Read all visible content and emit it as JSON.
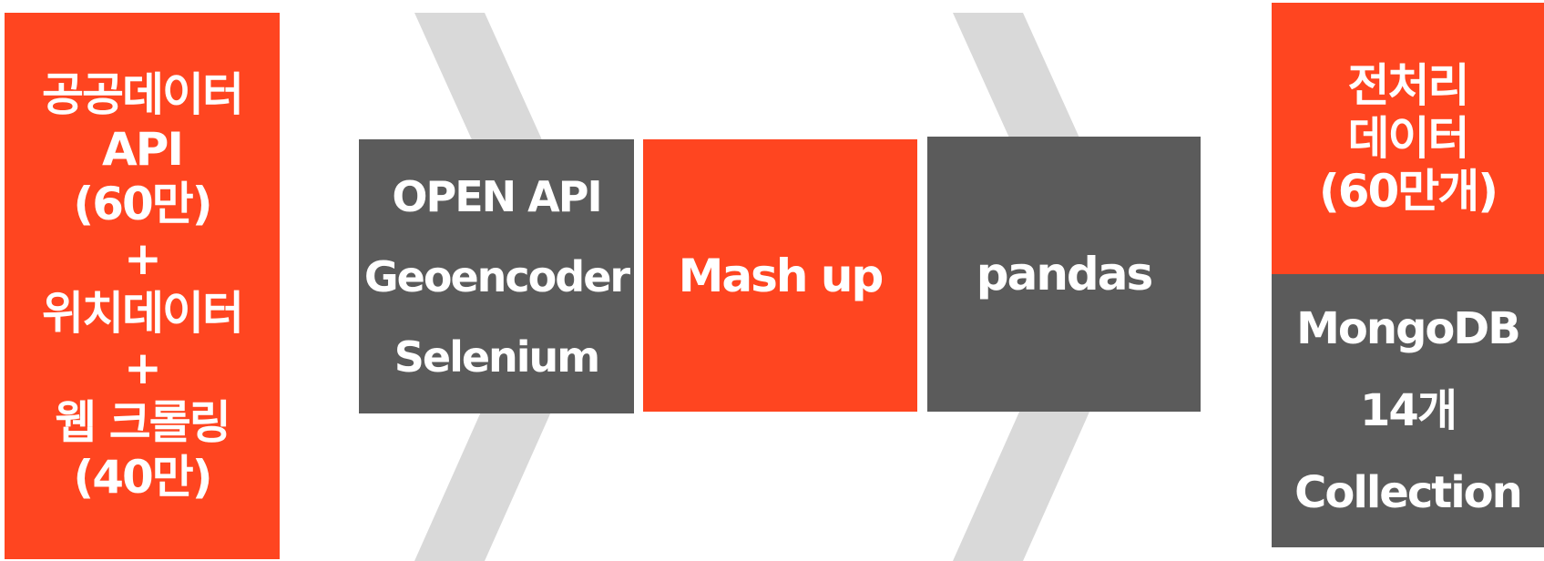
{
  "source_box": {
    "lines": [
      "공공데이터",
      "API",
      "(60만)",
      "+",
      "위치데이터",
      "+",
      "웹 크롤링",
      "(40만)"
    ],
    "color": "#ff4520"
  },
  "tools_box": {
    "lines": [
      "OPEN API",
      "Geoencoder",
      "Selenium"
    ],
    "color": "#5b5b5b"
  },
  "mashup_box": {
    "label": "Mash up",
    "color": "#ff4520"
  },
  "pandas_box": {
    "label": "pandas",
    "color": "#5b5b5b"
  },
  "preprocessed_box": {
    "lines": [
      "전처리",
      "데이터",
      "(60만개)"
    ],
    "color": "#ff4520"
  },
  "mongodb_box": {
    "lines": [
      "MongoDB",
      "14개",
      "Collection"
    ],
    "color": "#5b5b5b"
  },
  "arrow_color": "#d9d9d9"
}
